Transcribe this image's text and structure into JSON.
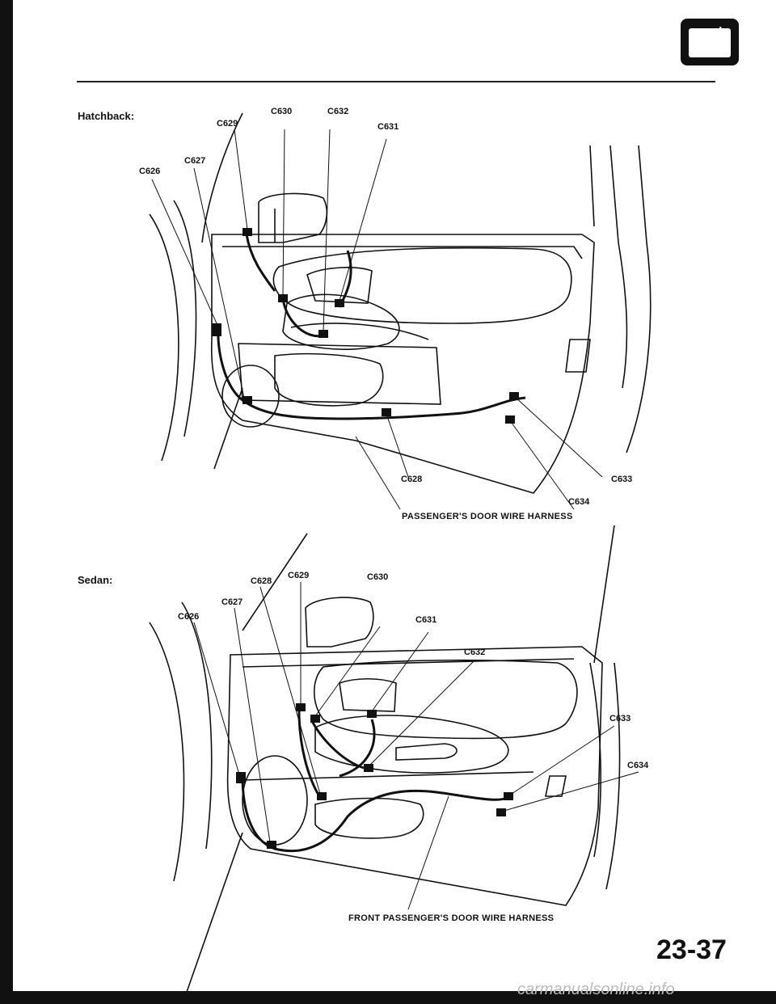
{
  "header": {
    "battery_icon": "battery-icon",
    "minus": "-",
    "plus": "+"
  },
  "hatchback": {
    "label": "Hatchback:",
    "harness_label": "PASSENGER'S DOOR WIRE HARNESS",
    "connectors": {
      "c626": "C626",
      "c627": "C627",
      "c628": "C628",
      "c629": "C629",
      "c630": "C630",
      "c631": "C631",
      "c632": "C632",
      "c633": "C633",
      "c634": "C634"
    }
  },
  "sedan": {
    "label": "Sedan:",
    "harness_label": "FRONT PASSENGER'S DOOR WIRE HARNESS",
    "connectors": {
      "c626": "C626",
      "c627": "C627",
      "c628": "C628",
      "c629": "C629",
      "c630": "C630",
      "c631": "C631",
      "c632": "C632",
      "c633": "C633",
      "c634": "C634"
    }
  },
  "footer": {
    "page_number": "23-37",
    "watermark": "carmanualsonline.info"
  }
}
